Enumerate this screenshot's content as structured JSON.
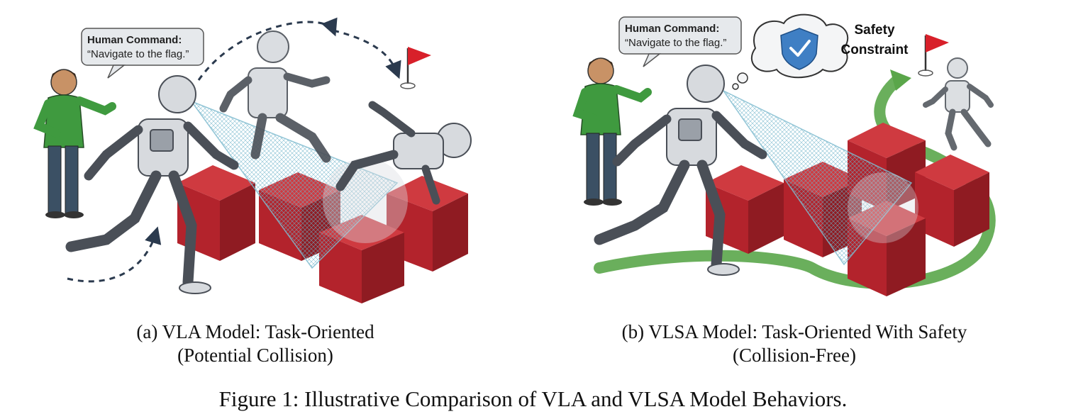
{
  "panel_a": {
    "bubble_title": "Human Command:",
    "bubble_text": "“Navigate to the flag.”",
    "caption_line1": "(a) VLA Model: Task-Oriented",
    "caption_line2": "(Potential Collision)"
  },
  "panel_b": {
    "bubble_title": "Human Command:",
    "bubble_text": "“Navigate to the flag.”",
    "safety_line1": "Safety",
    "safety_line2": "Constraint",
    "caption_line1": "(b) VLSA Model: Task-Oriented With Safety",
    "caption_line2": "(Collision-Free)"
  },
  "figure_caption": "Figure 1: Illustrative Comparison of VLA and VLSA Model Behaviors.",
  "colors": {
    "box_red": "#b3232c",
    "path_green": "#5aa64a",
    "shield_blue": "#3f7fc4",
    "shirt_green": "#3f9a3f",
    "flag_red": "#d8202a"
  }
}
